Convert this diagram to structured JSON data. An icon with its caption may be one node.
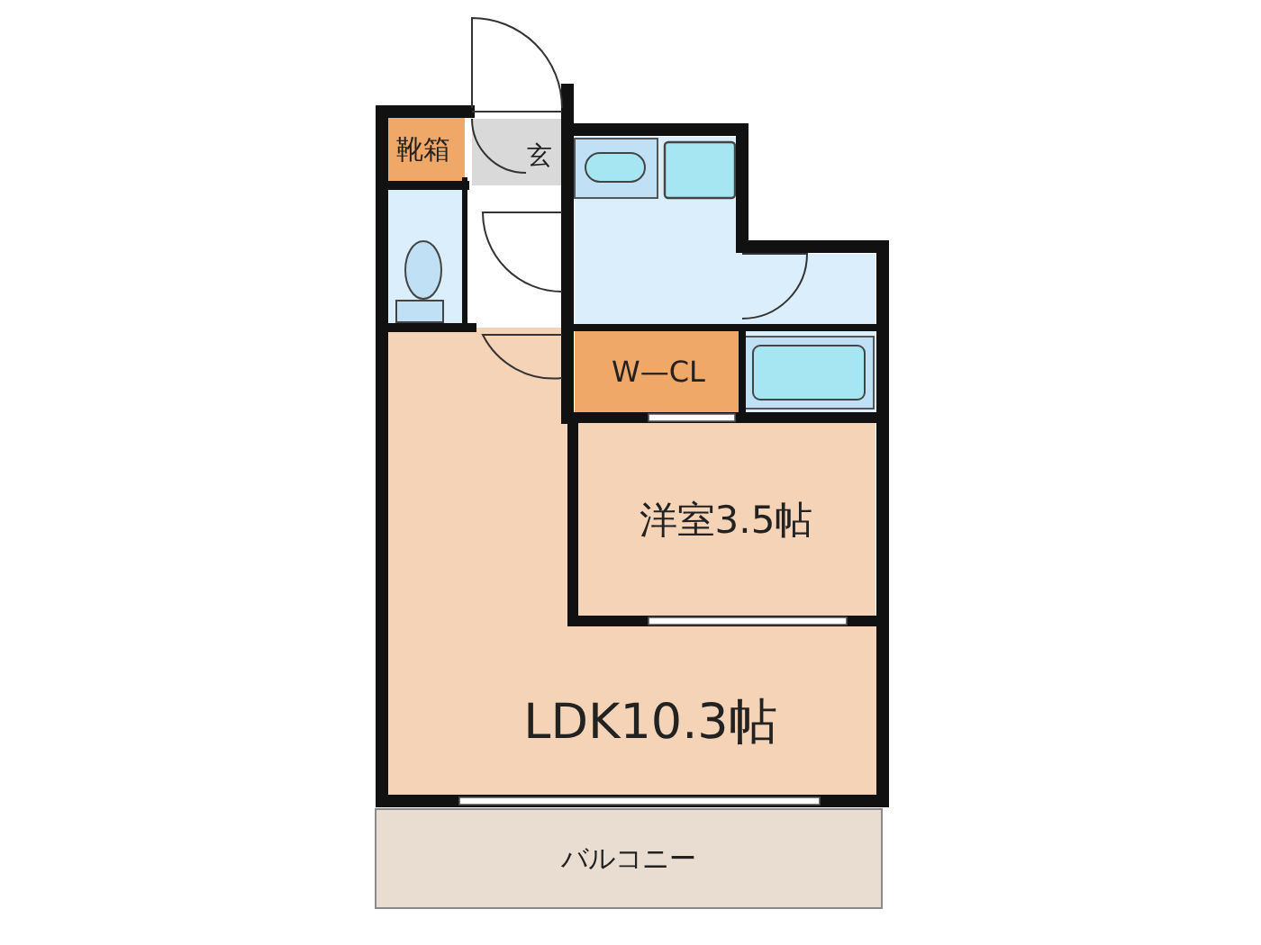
{
  "diagram": {
    "nodes": [
      {
        "text": [
          "靴箱"
        ]
      },
      {
        "text": [
          "玄"
        ]
      },
      {
        "text": [
          "W—CL"
        ]
      },
      {
        "text": [
          "洋室3.5帖"
        ]
      },
      {
        "text": [
          "LDK10.3帖"
        ]
      },
      {
        "text": [
          "バルコニー"
        ]
      }
    ]
  }
}
